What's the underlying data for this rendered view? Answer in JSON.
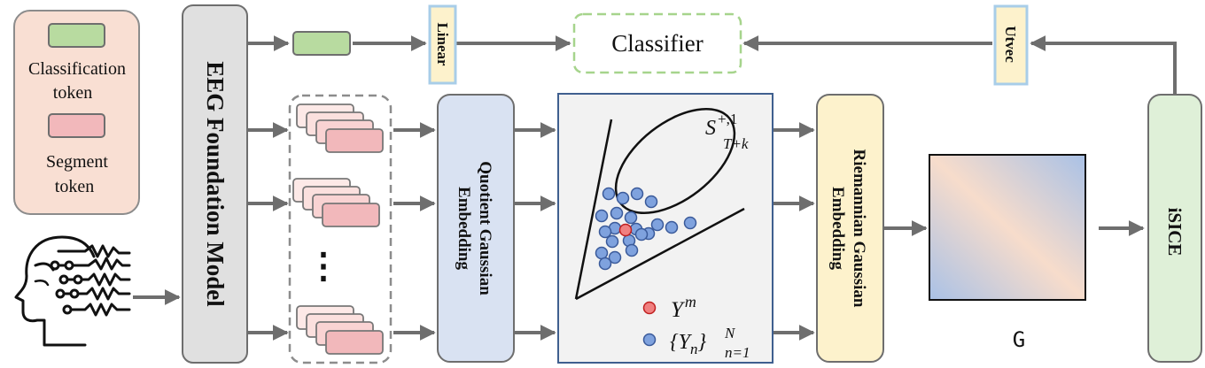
{
  "legend": {
    "classification": {
      "line1": "Classification",
      "line2": "token",
      "color": "#b8dba0"
    },
    "segment": {
      "line1": "Segment",
      "line2": "token",
      "color": "#f2b8bb"
    }
  },
  "blocks": {
    "eeg_model": "EEG Foundation Model",
    "linear": "Linear",
    "classifier": "Classifier",
    "utvec": "Utvec",
    "quotient": {
      "line1": "Quotient Gaussian",
      "line2": "Embedding"
    },
    "riemannian": {
      "line1": "Riemannian Gaussian",
      "line2": "Embedding"
    },
    "isice": "iSICE"
  },
  "manifold": {
    "label_base": "S",
    "label_sup": "+,1",
    "label_sub": "T+k",
    "ym_base": "Y",
    "ym_sup": "m",
    "yn_open": "{Y",
    "yn_sub1": "n",
    "yn_close": "}",
    "yn_sup": "N",
    "yn_sub2": "n=1"
  },
  "ellipsis": "⋮",
  "matrix_label": "G",
  "colors": {
    "arrow": "#6e6e6e",
    "eeg_fill": "#e0e0e0",
    "quotient_fill": "#d9e2f2",
    "riemannian_fill": "#fdf2cc",
    "isice_fill": "#dff0d8",
    "legend_fill": "#f9dfd3",
    "point_blue": "#7fa2de",
    "point_red": "#f08080"
  }
}
